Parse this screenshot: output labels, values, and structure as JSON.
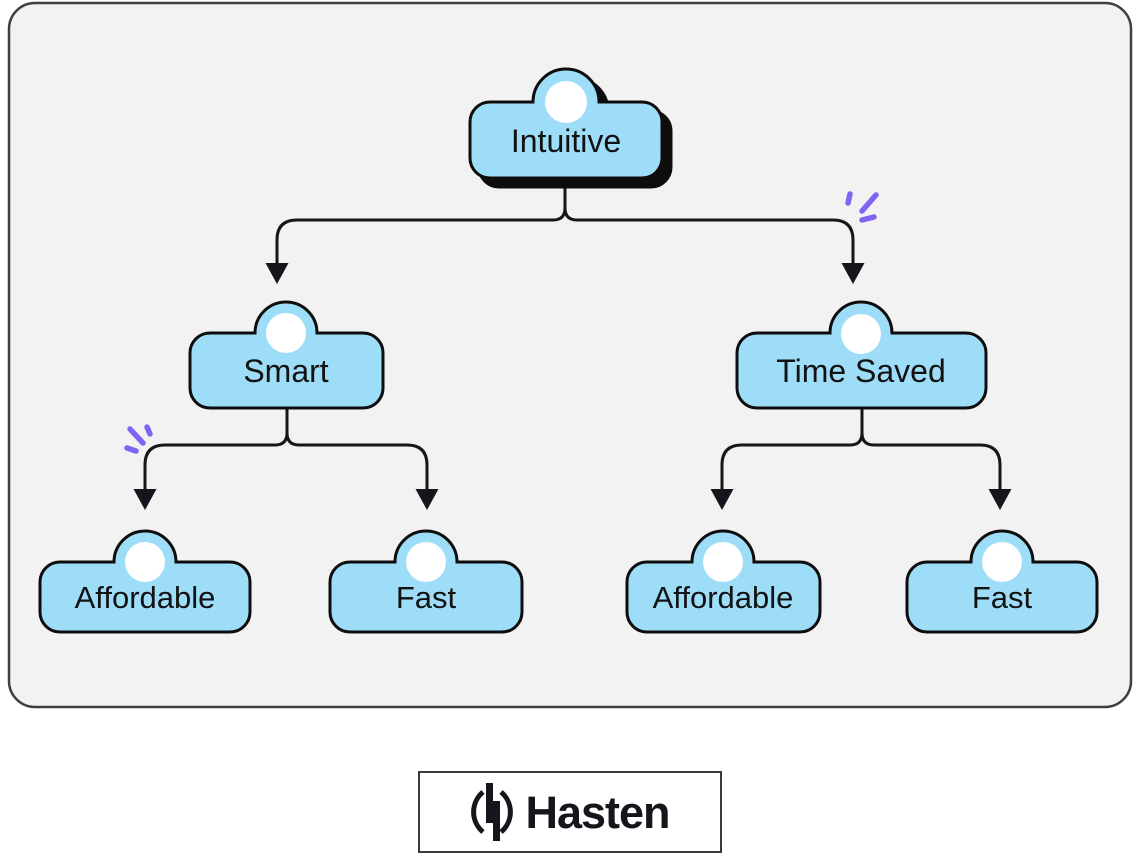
{
  "canvas": {
    "background_color": "#F2F2F2",
    "border_color": "#3F3F3F"
  },
  "tree": {
    "root": {
      "label": "Intuitive"
    },
    "branches": [
      {
        "label": "Smart",
        "children": [
          {
            "label": "Affordable"
          },
          {
            "label": "Fast"
          }
        ]
      },
      {
        "label": "Time Saved",
        "children": [
          {
            "label": "Affordable"
          },
          {
            "label": "Fast"
          }
        ]
      }
    ]
  },
  "colors": {
    "node_fill": "#9EDDF8",
    "node_border": "#0D0D0D",
    "root_shadow": "#0D0D0D",
    "connector": "#15151C",
    "sparkle": "#8164F3"
  },
  "icons": {
    "sparkle": "sparkle-icon",
    "logo": "hasten-logo-icon"
  },
  "footer": {
    "brand_name": "Hasten"
  }
}
